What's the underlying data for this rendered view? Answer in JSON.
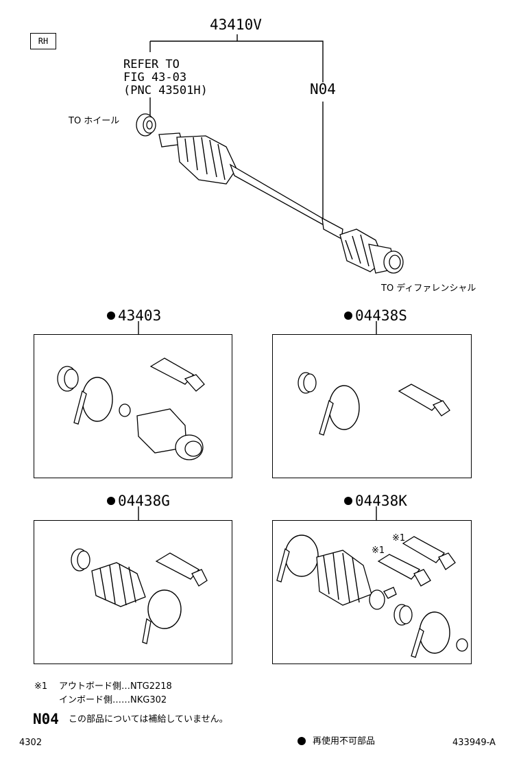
{
  "header": {
    "side_label": "RH",
    "assembly_part": "43410V",
    "refer_lines": [
      "REFER TO",
      "FIG 43-03",
      "(PNC 43501H)"
    ],
    "note_code": "N04",
    "to_wheel": "TO ホイール",
    "to_diff": "TO ディファレンシャル"
  },
  "panels": [
    {
      "part_no": "43403"
    },
    {
      "part_no": "04438S"
    },
    {
      "part_no": "04438G"
    },
    {
      "part_no": "04438K"
    }
  ],
  "marks": {
    "star1a": "※1",
    "star1b": "※1"
  },
  "notes": {
    "star_mark": "※1",
    "outboard": "アウトボード側…NTG2218",
    "inboard": "インボード側……NKG302",
    "n04_code": "N04",
    "n04_text": "この部品については補給していません。"
  },
  "footer": {
    "left_code": "4302",
    "legend": "再使用不可部品",
    "right_code": "433949-A"
  }
}
